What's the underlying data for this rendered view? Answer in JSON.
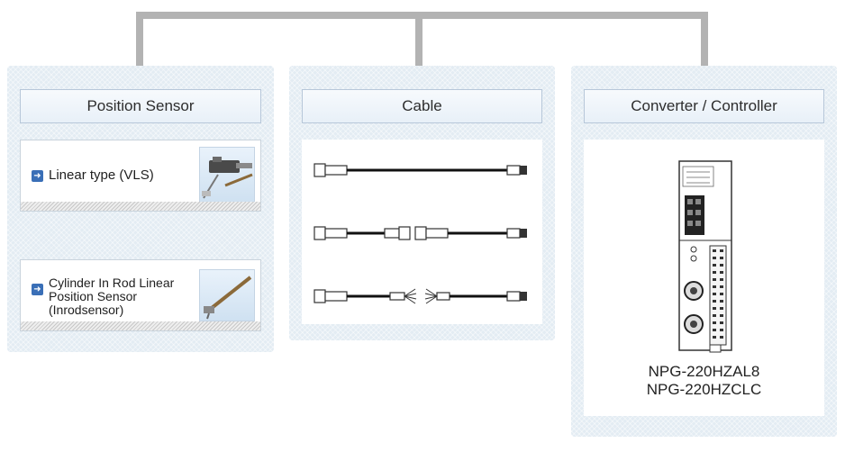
{
  "panels": {
    "position_sensor": {
      "title": "Position Sensor",
      "items": [
        {
          "label": "Linear type (VLS)",
          "icon": "arrow-right-icon"
        },
        {
          "label_lines": [
            "Cylinder In Rod Linear",
            "Position Sensor",
            "(Inrodsensor)"
          ],
          "icon": "arrow-right-icon"
        }
      ]
    },
    "cable": {
      "title": "Cable",
      "cable_types": [
        "straight-cable-icon",
        "extension-cable-icon",
        "split-wire-cable-icon"
      ]
    },
    "converter": {
      "title": "Converter / Controller",
      "models": [
        "NPG-220HZAL8",
        "NPG-220HZCLC"
      ]
    }
  },
  "colors": {
    "connector": "#b3b3b3",
    "panel_bg": "#e3ecf3",
    "arrow_box": "#3a6fb7"
  }
}
